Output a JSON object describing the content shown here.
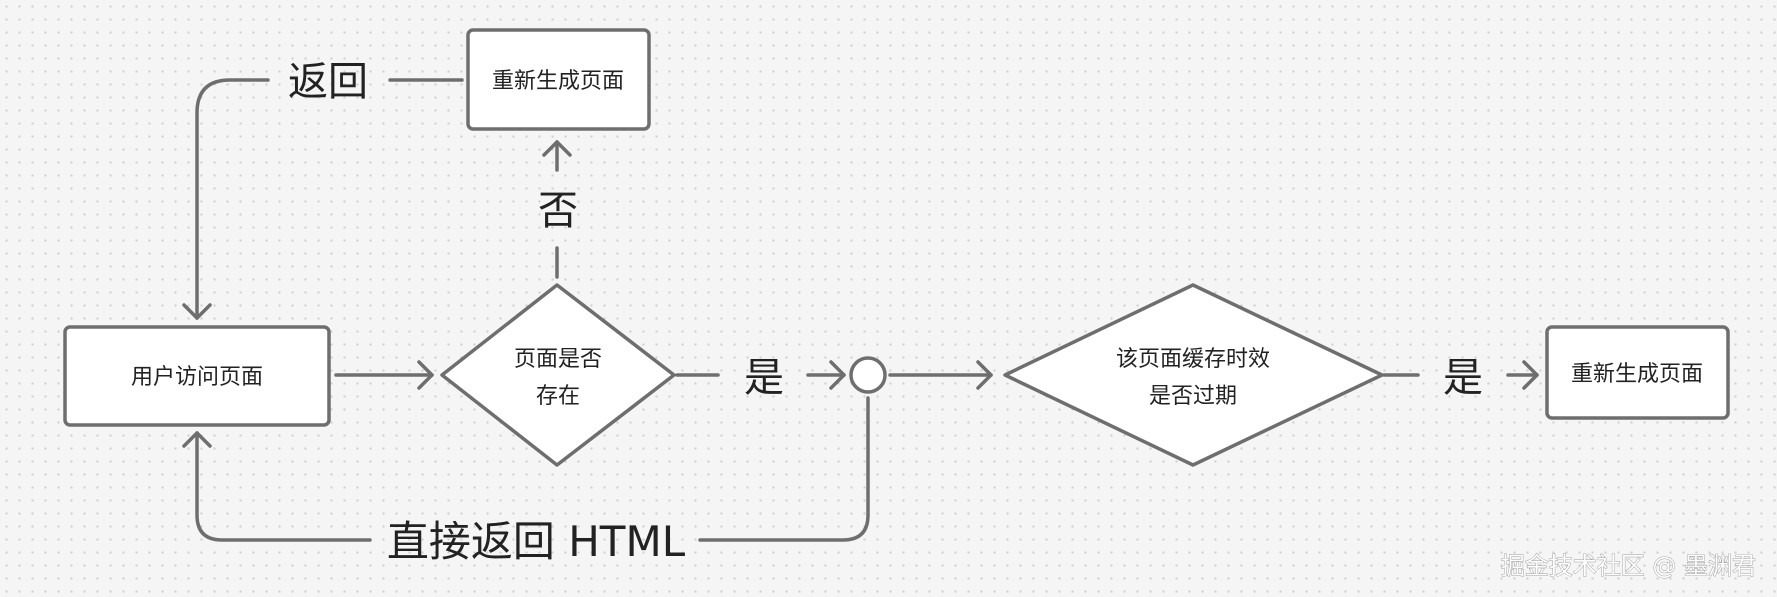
{
  "nodes": {
    "user_visit": "用户访问页面",
    "page_exists_line1": "页面是否",
    "page_exists_line2": "存在",
    "regen_top": "重新生成页面",
    "cache_expired_line1": "该页面缓存时效",
    "cache_expired_line2": "是否过期",
    "regen_right": "重新生成页面"
  },
  "edge_labels": {
    "return": "返回",
    "no": "否",
    "yes_1": "是",
    "yes_2": "是",
    "return_html": "直接返回 HTML"
  },
  "watermark": "掘金技术社区 @ 墨渊君",
  "colors": {
    "line": "#6e6e6e",
    "background": "#f5f5f5",
    "text": "#222222"
  }
}
